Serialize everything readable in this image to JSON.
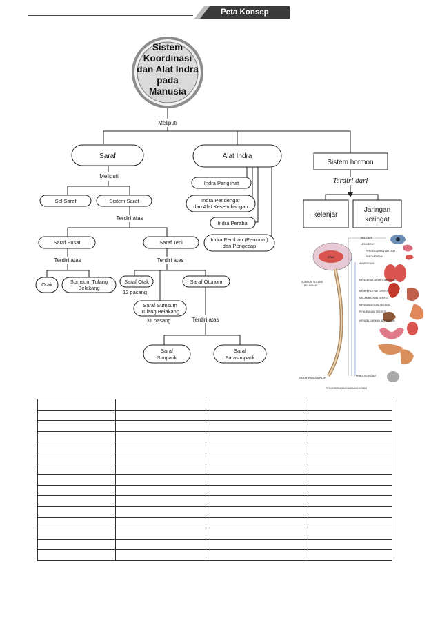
{
  "header": {
    "tab_label": "Peta Konsep"
  },
  "center": {
    "lines": [
      "Sistem",
      "Koordinasi",
      "dan Alat Indra",
      "pada",
      "Manusia"
    ]
  },
  "labels": {
    "meliputi_main": "Meliputi",
    "meliputi_saraf": "Meliputi",
    "terdiri_atas_1": "Terdiri atas",
    "terdiri_atas_pusat": "Terdiri atas",
    "terdiri_atas_tepi": "Terdiri atas",
    "terdiri_atas_otonom": "Terdiri atas",
    "terdiri_dari": "Terdiri dari",
    "saraf_otak_count": "12 pasang",
    "sumsum_count": "31 pasang"
  },
  "nodes": {
    "saraf": "Saraf",
    "alat_indra": "Alat Indra",
    "sistem_hormon": "Sistem hormon",
    "sel_saraf": "Sel Saraf",
    "sistem_saraf": "Sistem Saraf",
    "saraf_pusat": "Saraf Pusat",
    "saraf_tepi": "Saraf Tepi",
    "otak": "Otak",
    "sumsum_pusat": [
      "Sumsum Tulang",
      "Belakang"
    ],
    "saraf_otak": "Saraf Otak",
    "saraf_sumsum": [
      "Saraf Sumsum",
      "Tulang Belakang"
    ],
    "saraf_otonom": "Saraf Otonom",
    "saraf_simpatik": [
      "Saraf",
      "Simpatik"
    ],
    "saraf_parasimpatik": [
      "Saraf",
      "Parasimpatik"
    ],
    "indra_penglihat": "Indra Penglihat",
    "indra_pendengar": [
      "Indra Pendengar",
      "dan Alat Keseimbangan"
    ],
    "indra_peraba": "Indra Peraba",
    "indra_pembau": [
      "Indra Pembau (Pencium)",
      "dan Pengecap"
    ],
    "kelenjar": "kelenjar",
    "jaringan_keringat": [
      "Jaringan",
      "keringat"
    ]
  },
  "illustration": {
    "otak": "OTAK",
    "sumsum": [
      "SUMSUM TULANG",
      "BELAKANG"
    ],
    "saraf_parasimpatik": "SARAF PARASIMPATIK",
    "right_labels": [
      "MELEBAR",
      "MENGERUT",
      "PENGELUARAN AIR LIUR",
      "PENGHENTIAN",
      "MENENGANG",
      "MENGERUTKAN BRONKIOLUS",
      "MEMPERCEPAT DENYUT",
      "MELAMBATKAN DENYUT",
      "MENINGKATKAN SEKRESI",
      "PENURUNAN SEKRESI",
      "MENGELUARKAN ADRENALIN",
      "PENGOSONGAN",
      "PENGOSONGAN KANDUNG KEMIH"
    ]
  },
  "table": {
    "rows": 15,
    "cols": 4
  },
  "colors": {
    "line": "#222222",
    "tab_bg": "#3a3a3a",
    "center_ring": "#9a9a9a",
    "center_fill": "#d9d9d9",
    "organ_red": "#d9534f",
    "organ_brown": "#c27a4a"
  }
}
